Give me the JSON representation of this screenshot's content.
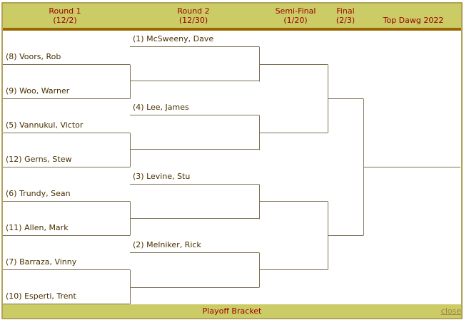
{
  "header": {
    "columns": [
      {
        "title": "Round 1",
        "date": "(12/2)"
      },
      {
        "title": "Round 2",
        "date": "(12/30)"
      },
      {
        "title": "Semi-Final",
        "date": "(1/20)"
      },
      {
        "title": "Final",
        "date": "(2/3)"
      },
      {
        "title": "Top Dawg 2022",
        "date": ""
      }
    ]
  },
  "round1": [
    "(8) Voors, Rob",
    "(9) Woo, Warner",
    "(5) Vannukul, Victor",
    "(12) Gerns, Stew",
    "(6) Trundy, Sean",
    "(11) Allen, Mark",
    "(7) Barraza, Vinny",
    "(10) Esperti, Trent"
  ],
  "round2": [
    "(1) McSweeny, Dave",
    "(4) Lee, James",
    "(3) Levine, Stu",
    "(2) Melniker, Rick"
  ],
  "footer": {
    "title": "Playoff Bracket",
    "close": "close"
  },
  "colors": {
    "header_bg": "#cccc66",
    "header_text": "#990000",
    "rule": "#996600",
    "line": "#7f7356"
  }
}
